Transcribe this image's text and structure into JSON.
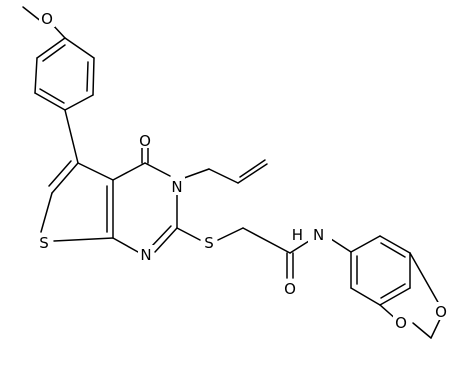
{
  "structure": {
    "atoms": {
      "methoxy_o": "O",
      "carbonyl_o": "O",
      "n3": "N",
      "n1": "N",
      "ring_s": "S",
      "thioether_s": "S",
      "amide_n": "N",
      "amide_h": "H",
      "amide_o": "O",
      "dioxole_o_top": "O",
      "dioxole_o_bottom": "O"
    },
    "colors": {
      "bond": "#000000",
      "label": "#000000",
      "background": "#ffffff"
    }
  }
}
